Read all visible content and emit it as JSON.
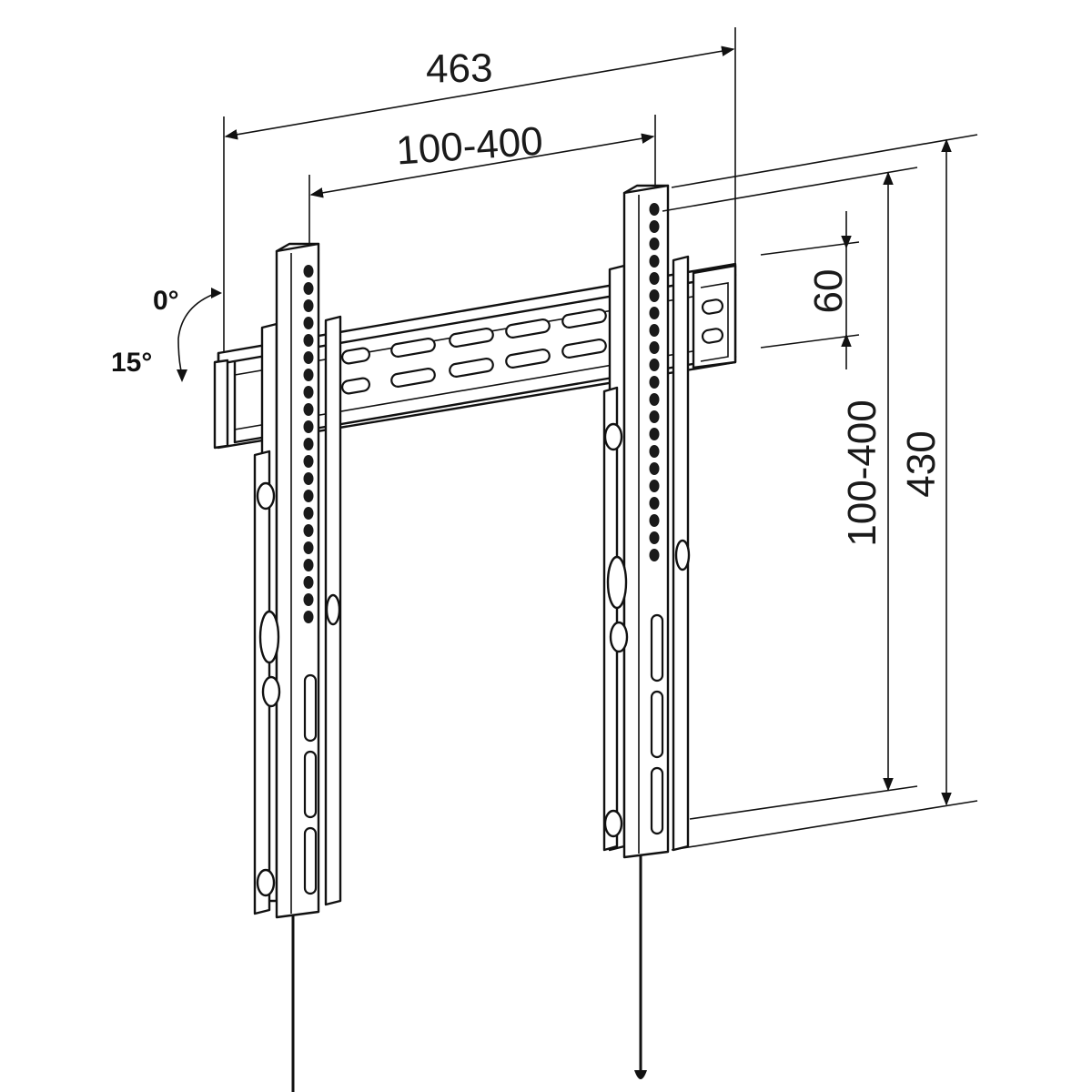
{
  "dimensions": {
    "overall_width": "463",
    "hole_spacing_horizontal": "100-400",
    "rail_slot_pitch": "60",
    "hole_spacing_vertical": "100-400",
    "overall_height": "430"
  },
  "tilt": {
    "min_label": "0°",
    "max_label": "15°"
  }
}
